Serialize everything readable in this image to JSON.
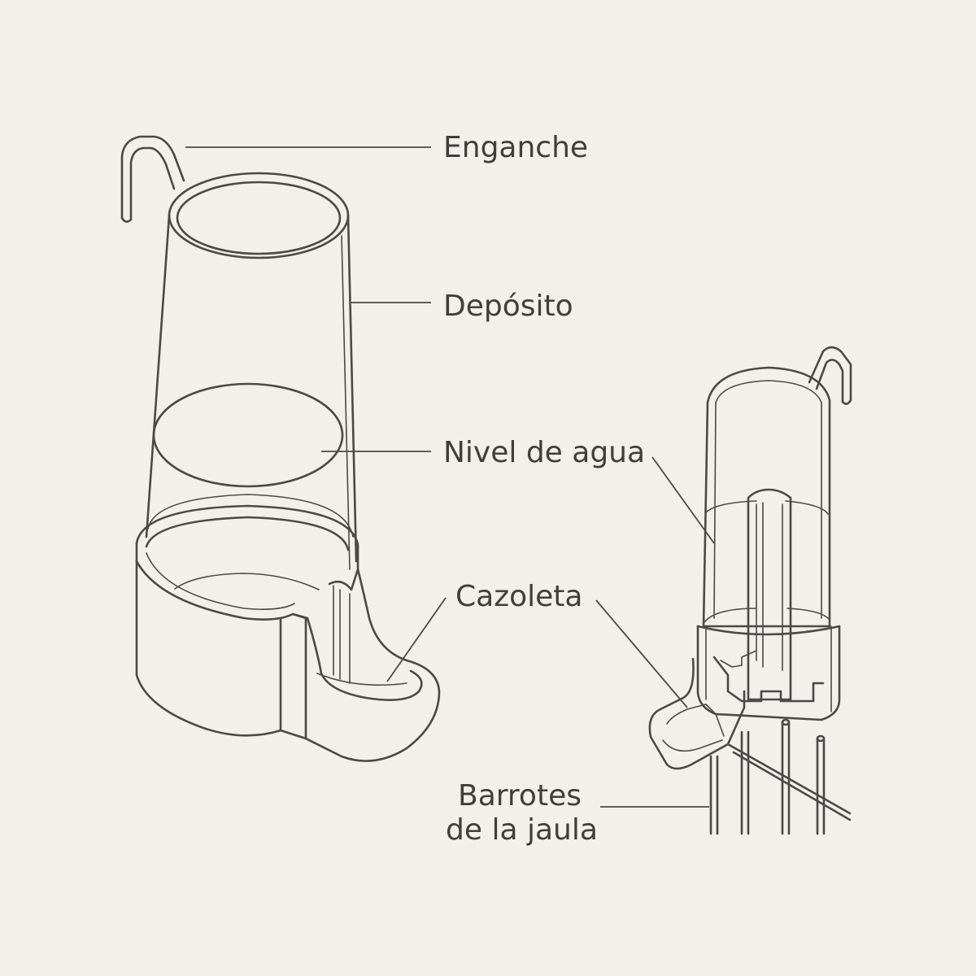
{
  "labels": {
    "hook": "Enganche",
    "reservoir": "Depósito",
    "water_level": "Nivel de agua",
    "cup": "Cazoleta",
    "bars_line1": "Barrotes",
    "bars_line2": "de la jaula"
  },
  "colors": {
    "background": "#f1f0eb",
    "line": "#4a4a46",
    "text": "#3f3f3b"
  }
}
